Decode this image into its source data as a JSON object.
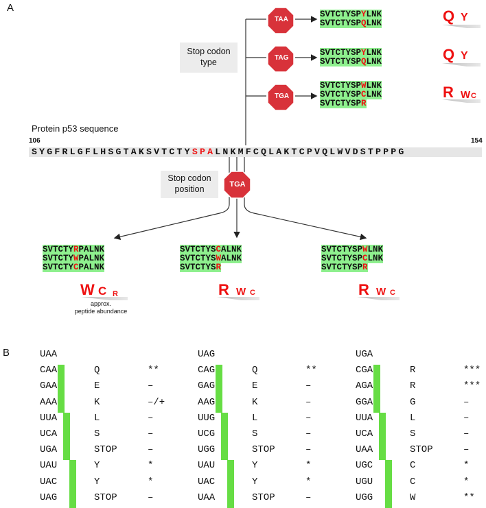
{
  "panel_a_label": "A",
  "panel_b_label": "B",
  "protein_title": "Protein p53 sequence",
  "start_num": "106",
  "end_num": "154",
  "main_sequence": {
    "pre": "SYGFRLGFLHSGTAKSVTCTY",
    "red": "SPA",
    "post": "LNKMFCQLAKTCPVQLWVDSTPPPG"
  },
  "box_type": "Stop codon\ntype",
  "box_position": "Stop codon\nposition",
  "stop_signs": {
    "taa": "TAA",
    "tag": "TAG",
    "tga_top": "TGA",
    "tga_mid": "TGA"
  },
  "type_groups": [
    {
      "rows": [
        [
          "SVTCTYSP",
          "Y",
          "LNK"
        ],
        [
          "SVTCTYSP",
          "Q",
          "LNK"
        ]
      ],
      "labels": [
        "Q",
        "Y"
      ]
    },
    {
      "rows": [
        [
          "SVTCTYSP",
          "Y",
          "LNK"
        ],
        [
          "SVTCTYSP",
          "Q",
          "LNK"
        ]
      ],
      "labels": [
        "Q",
        "Y"
      ]
    },
    {
      "rows": [
        [
          "SVTCTYSP",
          "W",
          "LNK"
        ],
        [
          "SVTCTYSP",
          "C",
          "LNK"
        ],
        [
          "SVTCTYSP",
          "R",
          ""
        ]
      ],
      "labels": [
        "R",
        "W",
        "C"
      ]
    }
  ],
  "position_groups": [
    {
      "rows": [
        [
          "SVTCTY",
          "R",
          "PALNK"
        ],
        [
          "SVTCTY",
          "W",
          "PALNK"
        ],
        [
          "SVTCTY",
          "C",
          "PALNK"
        ]
      ],
      "labels": [
        "W",
        "C",
        "R"
      ]
    },
    {
      "rows": [
        [
          "SVTCTYS",
          "C",
          "ALNK"
        ],
        [
          "SVTCTYS",
          "W",
          "ALNK"
        ],
        [
          "SVTCTYS",
          "R",
          ""
        ]
      ],
      "labels": [
        "R",
        "W",
        "C"
      ]
    },
    {
      "rows": [
        [
          "SVTCTYSP",
          "W",
          "LNK"
        ],
        [
          "SVTCTYSP",
          "C",
          "LNK"
        ],
        [
          "SVTCTYSP",
          "R",
          ""
        ]
      ],
      "labels": [
        "R",
        "W",
        "C"
      ]
    }
  ],
  "abundance_note": "approx.\npeptide abundance",
  "table_groups": [
    {
      "header": "UAA",
      "hl_pos": 0,
      "rows": [
        [
          "CAA",
          "Q",
          "**"
        ],
        [
          "GAA",
          "E",
          "–"
        ],
        [
          "AAA",
          "K",
          "–/+"
        ],
        [
          "UUA",
          "L",
          "–"
        ],
        [
          "UCA",
          "S",
          "–"
        ],
        [
          "UGA",
          "STOP",
          "–"
        ],
        [
          "UAU",
          "Y",
          "*"
        ],
        [
          "UAC",
          "Y",
          "*"
        ],
        [
          "UAG",
          "STOP",
          "–"
        ]
      ]
    },
    {
      "header": "UAG",
      "hl_pos": 0,
      "rows": [
        [
          "CAG",
          "Q",
          "**"
        ],
        [
          "GAG",
          "E",
          "–"
        ],
        [
          "AAG",
          "K",
          "–"
        ],
        [
          "UUG",
          "L",
          "–"
        ],
        [
          "UCG",
          "S",
          "–"
        ],
        [
          "UGG",
          "STOP",
          "–"
        ],
        [
          "UAU",
          "Y",
          "*"
        ],
        [
          "UAC",
          "Y",
          "*"
        ],
        [
          "UAA",
          "STOP",
          "–"
        ]
      ]
    },
    {
      "header": "UGA",
      "hl_pos": 0,
      "rows": [
        [
          "CGA",
          "R",
          "***"
        ],
        [
          "AGA",
          "R",
          "***"
        ],
        [
          "GGA",
          "G",
          "–"
        ],
        [
          "UUA",
          "L",
          "–"
        ],
        [
          "UCA",
          "S",
          "–"
        ],
        [
          "UAA",
          "STOP",
          "–"
        ],
        [
          "UGC",
          "C",
          "*"
        ],
        [
          "UGU",
          "C",
          "*"
        ],
        [
          "UGG",
          "W",
          "**"
        ]
      ]
    }
  ]
}
